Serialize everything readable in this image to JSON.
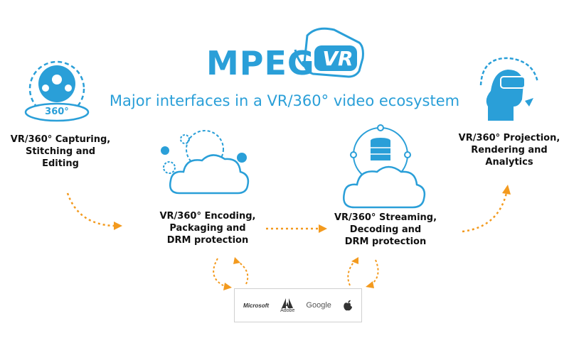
{
  "logo": {
    "text": "MPEG",
    "badge": "VR"
  },
  "headline": "Major interfaces in a VR/360° video ecosystem",
  "stages": {
    "capture": {
      "lines": [
        "VR/360° Capturing,",
        "Stitching and",
        "Editing"
      ],
      "icon": "360-camera-icon",
      "badge": "360°"
    },
    "encode": {
      "lines": [
        "VR/360° Encoding,",
        "Packaging and",
        "DRM protection"
      ],
      "icon": "cloud-gears-icon"
    },
    "stream": {
      "lines": [
        "VR/360° Streaming,",
        "Decoding and",
        "DRM protection"
      ],
      "icon": "cloud-database-icon"
    },
    "project": {
      "lines": [
        "VR/360° Projection,",
        "Rendering and",
        "Analytics"
      ],
      "icon": "vr-headset-user-icon"
    }
  },
  "brands": {
    "microsoft": "Microsoft",
    "adobe": "Adobe",
    "google": "Google",
    "apple_icon": "apple-icon"
  },
  "colors": {
    "accent_blue": "#2a9fd8",
    "arrow_orange": "#f39a1e"
  }
}
